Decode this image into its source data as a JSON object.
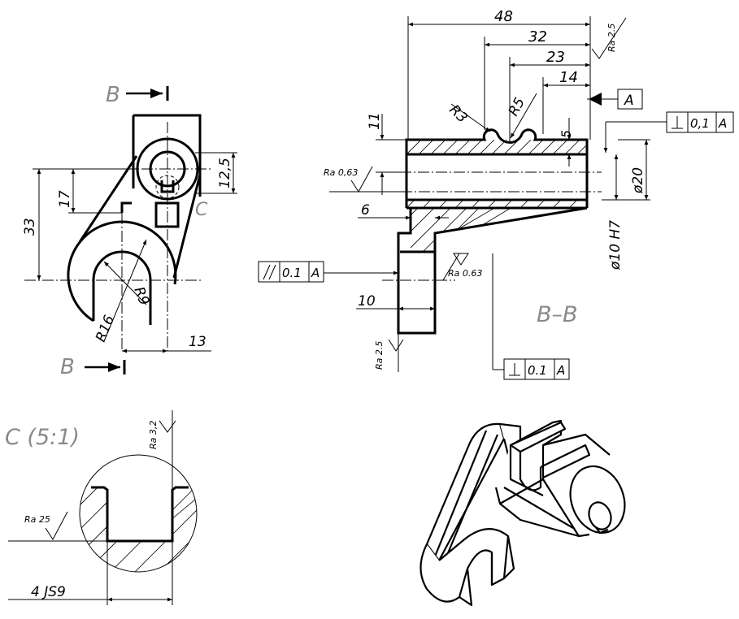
{
  "section_labels": {
    "b_top": "B",
    "b_bottom": "B",
    "c_mark": "C",
    "section_bb": "B–B",
    "detail_c": "C  (5:1)"
  },
  "dims_left": {
    "d33": "33",
    "d17": "17",
    "d12_5": "12,5",
    "r16": "R16",
    "r9": "R9",
    "d13": "13"
  },
  "dims_section": {
    "d48": "48",
    "d32": "32",
    "d23": "23",
    "d14": "14",
    "d11": "11",
    "d5": "5",
    "r3": "R3",
    "r5": "R5",
    "d6": "6",
    "d10": "10",
    "phi20": "ø20",
    "phi10h7": "ø10 H7"
  },
  "roughness": {
    "ra25_top": "Ra 2.5",
    "ra063_left": "Ra 0,63",
    "ra063_mid": "Ra 0.63",
    "ra25_bottom": "Ra 2.5",
    "ra32": "Ra 3,2",
    "ra25_detail": "Ra 25"
  },
  "tolerances": {
    "datum_a": "A",
    "perp_top_value": "0,1",
    "perp_top_datum": "A",
    "parallel_value": "0.1",
    "parallel_datum": "A",
    "perp_bottom_value": "0.1",
    "perp_bottom_datum": "A"
  },
  "detail_dims": {
    "key_width": "4  JS9"
  }
}
